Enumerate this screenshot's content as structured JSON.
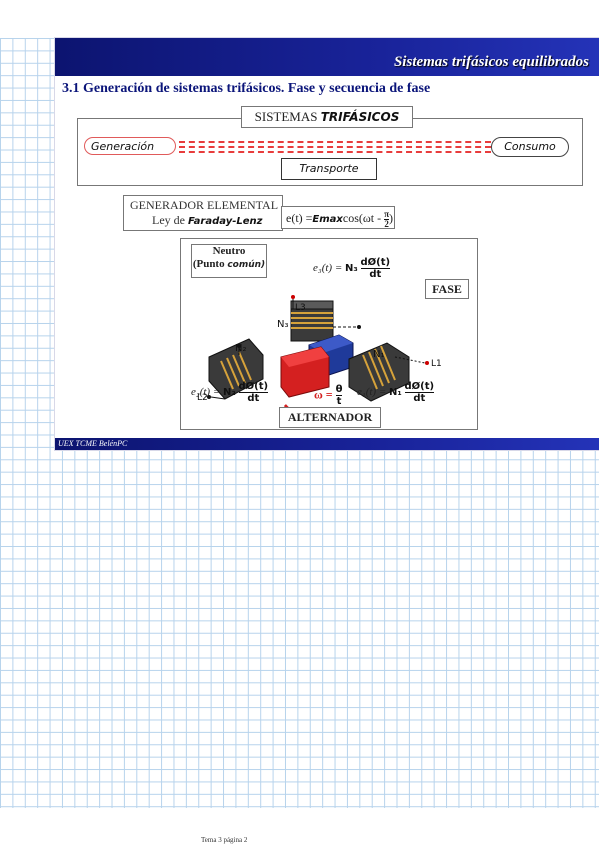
{
  "slide": {
    "header_title": "Sistemas trifásicos equilibrados",
    "section_title": "3.1 Generación de sistemas trifásicos. Fase y secuencia de fase",
    "footer_left": "UEX TCME BelénPC"
  },
  "top_box": {
    "title_prefix": "SISTEMAS",
    "title_hand": "TRIFÁSICOS",
    "generacion": "Generación",
    "consumo": "Consumo",
    "transporte": "Transporte"
  },
  "generator": {
    "line1": "GENERADOR ELEMENTAL",
    "line2_prefix": "Ley de",
    "line2_hand": "Faraday-Lenz",
    "equation_prefix": "e(t) =",
    "equation_hand": "Emax",
    "equation_suffix": "cos(ωt -",
    "equation_frac_num": "π",
    "equation_frac_den": "2",
    "equation_close": ")"
  },
  "diagram": {
    "neutro_title": "Neutro",
    "neutro_sub_prefix": "(Punto",
    "neutro_sub_hand": "común)",
    "fase": "FASE",
    "alternador": "ALTERNADOR",
    "e3_prefix": "e₃(t) =",
    "e3_hand": "N₃",
    "e2_prefix": "e₂(t) =",
    "e2_hand": "N₂",
    "e1_prefix": "e₁(t) =",
    "e1_hand": "N₁",
    "dphi_num": "dØ(t)",
    "dphi_den": "dt",
    "omega_prefix": "ω =",
    "omega_num": "θ",
    "omega_den": "t",
    "label_n1": "N₁",
    "label_n2": "N₂",
    "label_n3": "N₃",
    "label_l1": "L1",
    "label_l2": "L2",
    "label_l3": "L3"
  },
  "page_footer": "Tema 3 página 2",
  "colors": {
    "header_blue": "#19239a",
    "title_blue": "#0b157a",
    "dash_red": "#e83c3c",
    "rotor_red": "#d42020",
    "rotor_blue": "#1f3a9a",
    "grid": "#b7d3ec"
  }
}
